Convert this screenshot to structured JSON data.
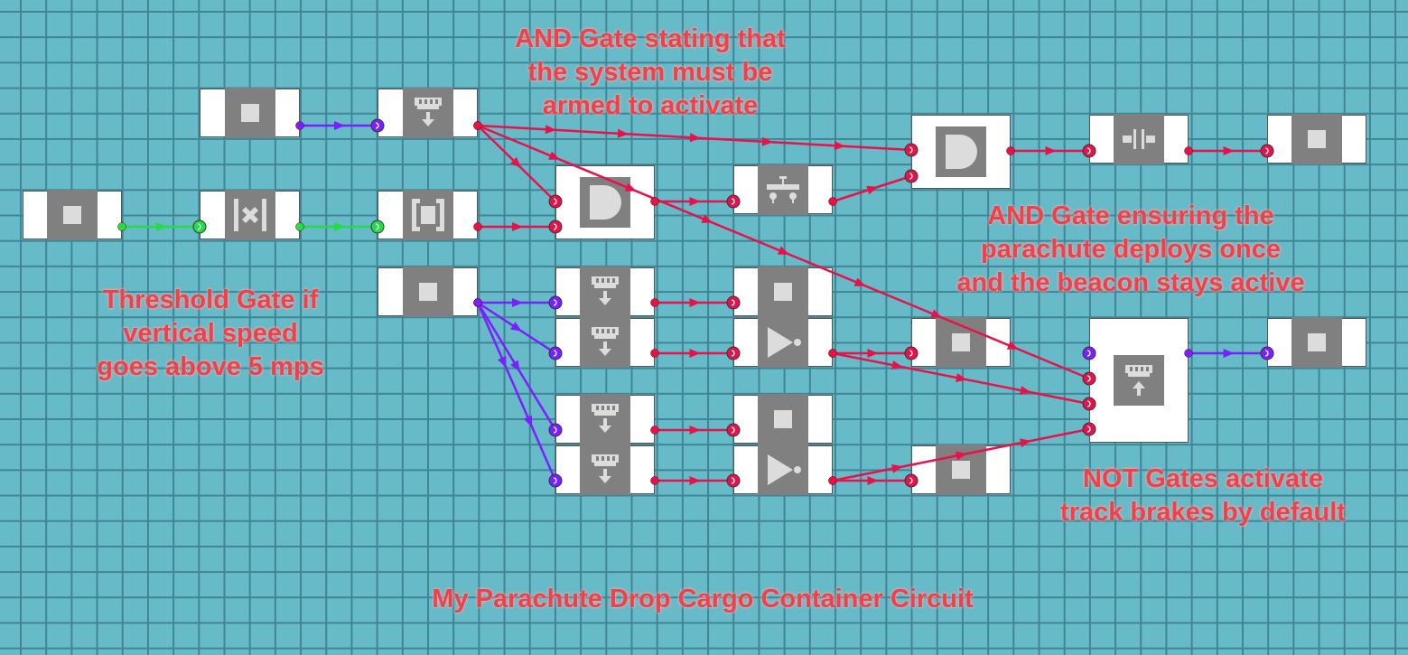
{
  "colors": {
    "signal_red": "#e8124a",
    "signal_purple": "#7a1fff",
    "signal_green": "#22dd44",
    "annotation": "#f0414b"
  },
  "nodes": [
    {
      "id": "n1",
      "icon": "square-icon"
    },
    {
      "id": "n2",
      "icon": "memory-write-icon"
    },
    {
      "id": "n3",
      "icon": "square-icon"
    },
    {
      "id": "n4",
      "icon": "abs-multiply-icon"
    },
    {
      "id": "n5",
      "icon": "bracket-icon"
    },
    {
      "id": "n6",
      "icon": "and-gate-icon"
    },
    {
      "id": "n7",
      "icon": "button-icon"
    },
    {
      "id": "n8",
      "icon": "and-gate-icon"
    },
    {
      "id": "n9",
      "icon": "capacitor-icon"
    },
    {
      "id": "n10",
      "icon": "square-icon"
    },
    {
      "id": "n11",
      "icon": "square-icon"
    },
    {
      "id": "n12",
      "icon": "memory-write-icon"
    },
    {
      "id": "n13",
      "icon": "square-icon"
    },
    {
      "id": "n14",
      "icon": "memory-write-icon"
    },
    {
      "id": "n15",
      "icon": "not-gate-icon"
    },
    {
      "id": "n16",
      "icon": "square-icon"
    },
    {
      "id": "n17",
      "icon": "memory-write-icon"
    },
    {
      "id": "n18",
      "icon": "square-icon"
    },
    {
      "id": "n19",
      "icon": "memory-write-icon"
    },
    {
      "id": "n20",
      "icon": "not-gate-icon"
    },
    {
      "id": "n21",
      "icon": "square-icon"
    },
    {
      "id": "n22",
      "icon": "memory-read-icon"
    },
    {
      "id": "n23",
      "icon": "square-icon"
    }
  ],
  "annotations": {
    "armed": [
      "AND Gate stating that",
      "the system must be",
      "armed to activate"
    ],
    "parachute": [
      "AND Gate ensuring the",
      "parachute deploys once",
      "and the beacon stays active"
    ],
    "threshold": [
      "Threshold Gate if",
      "vertical speed",
      "goes above 5 mps"
    ],
    "not_gates": [
      "NOT Gates activate",
      "track brakes by default"
    ],
    "title": "My Parachute Drop Cargo Container Circuit"
  }
}
